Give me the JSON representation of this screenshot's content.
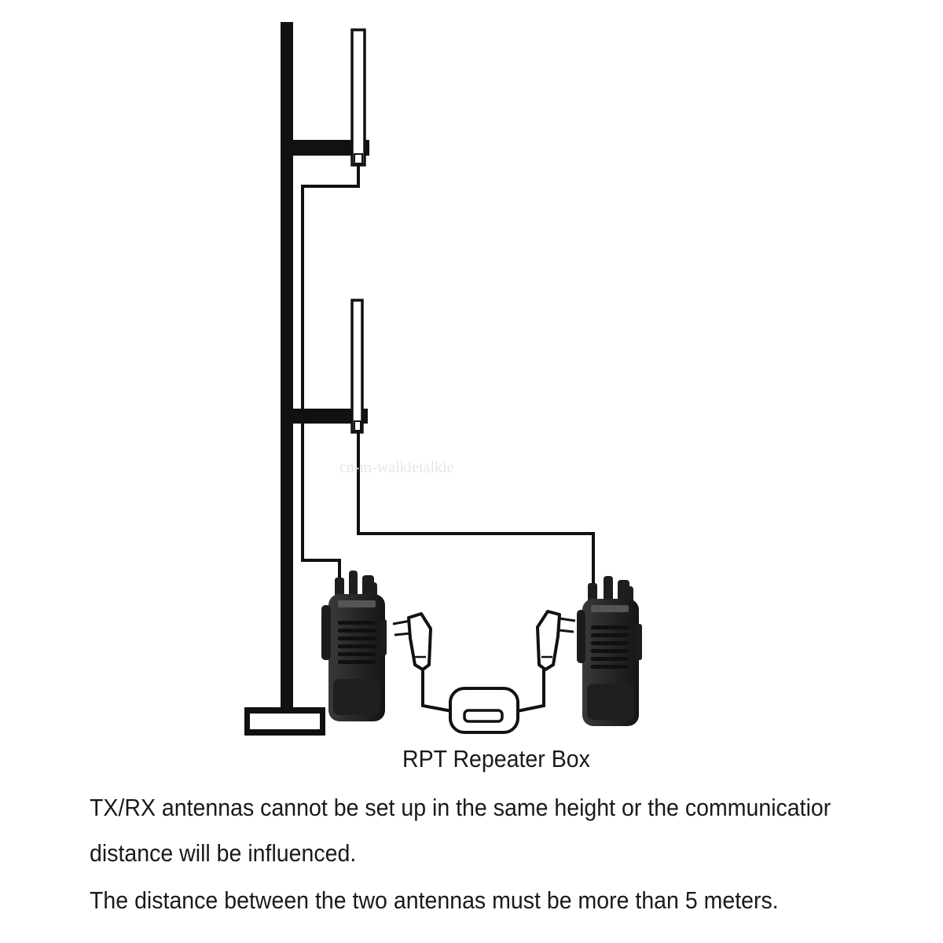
{
  "diagram": {
    "components": {
      "mast": "antenna-mast",
      "tx_antenna": "upper-antenna",
      "rx_antenna": "lower-antenna",
      "radio_left": "walkie-talkie-icon",
      "radio_right": "walkie-talkie-icon",
      "plug_left": "two-pin-plug-icon",
      "plug_right": "two-pin-plug-icon",
      "repeater": "repeater-box-icon"
    },
    "colors": {
      "line": "#111111",
      "radio": "#2a2a2a",
      "background": "#ffffff"
    },
    "repeater_label": "RPT Repeater Box",
    "watermark": "cn-m-walkietalkie"
  },
  "notes": {
    "line1": "TX/RX antennas cannot be set up in the same height or the communicatior",
    "line2": "distance will be influenced.",
    "line3": "The distance between the two antennas must be more than 5 meters."
  }
}
